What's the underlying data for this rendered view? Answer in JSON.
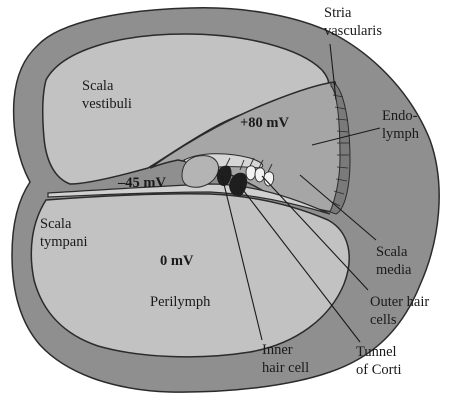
{
  "diagram": {
    "labels": {
      "stria_line1": "Stria",
      "stria_line2": "vascularis",
      "scala_vestibuli_line1": "Scala",
      "scala_vestibuli_line2": "vestibuli",
      "endolymph_line1": "Endo-",
      "endolymph_line2": "lymph",
      "plus80": "+80 mV",
      "minus45": "–45 mV",
      "scala_tympani_line1": "Scala",
      "scala_tympani_line2": "tympani",
      "zero": "0 mV",
      "perilymph": "Perilymph",
      "scala_media_line1": "Scala",
      "scala_media_line2": "media",
      "outer_line1": "Outer hair",
      "outer_line2": "cells",
      "tunnel_line1": "Tunnel",
      "tunnel_line2": "of Corti",
      "inner_line1": "Inner",
      "inner_line2": "hair cell"
    },
    "colors": {
      "bone": "#8f8f8f",
      "chamber": "#c2c2c2",
      "media": "#a6a6a6",
      "stria": "#7a7a7a",
      "outline": "#2b2b2b",
      "hair_cell": "#1e1e1e"
    }
  }
}
